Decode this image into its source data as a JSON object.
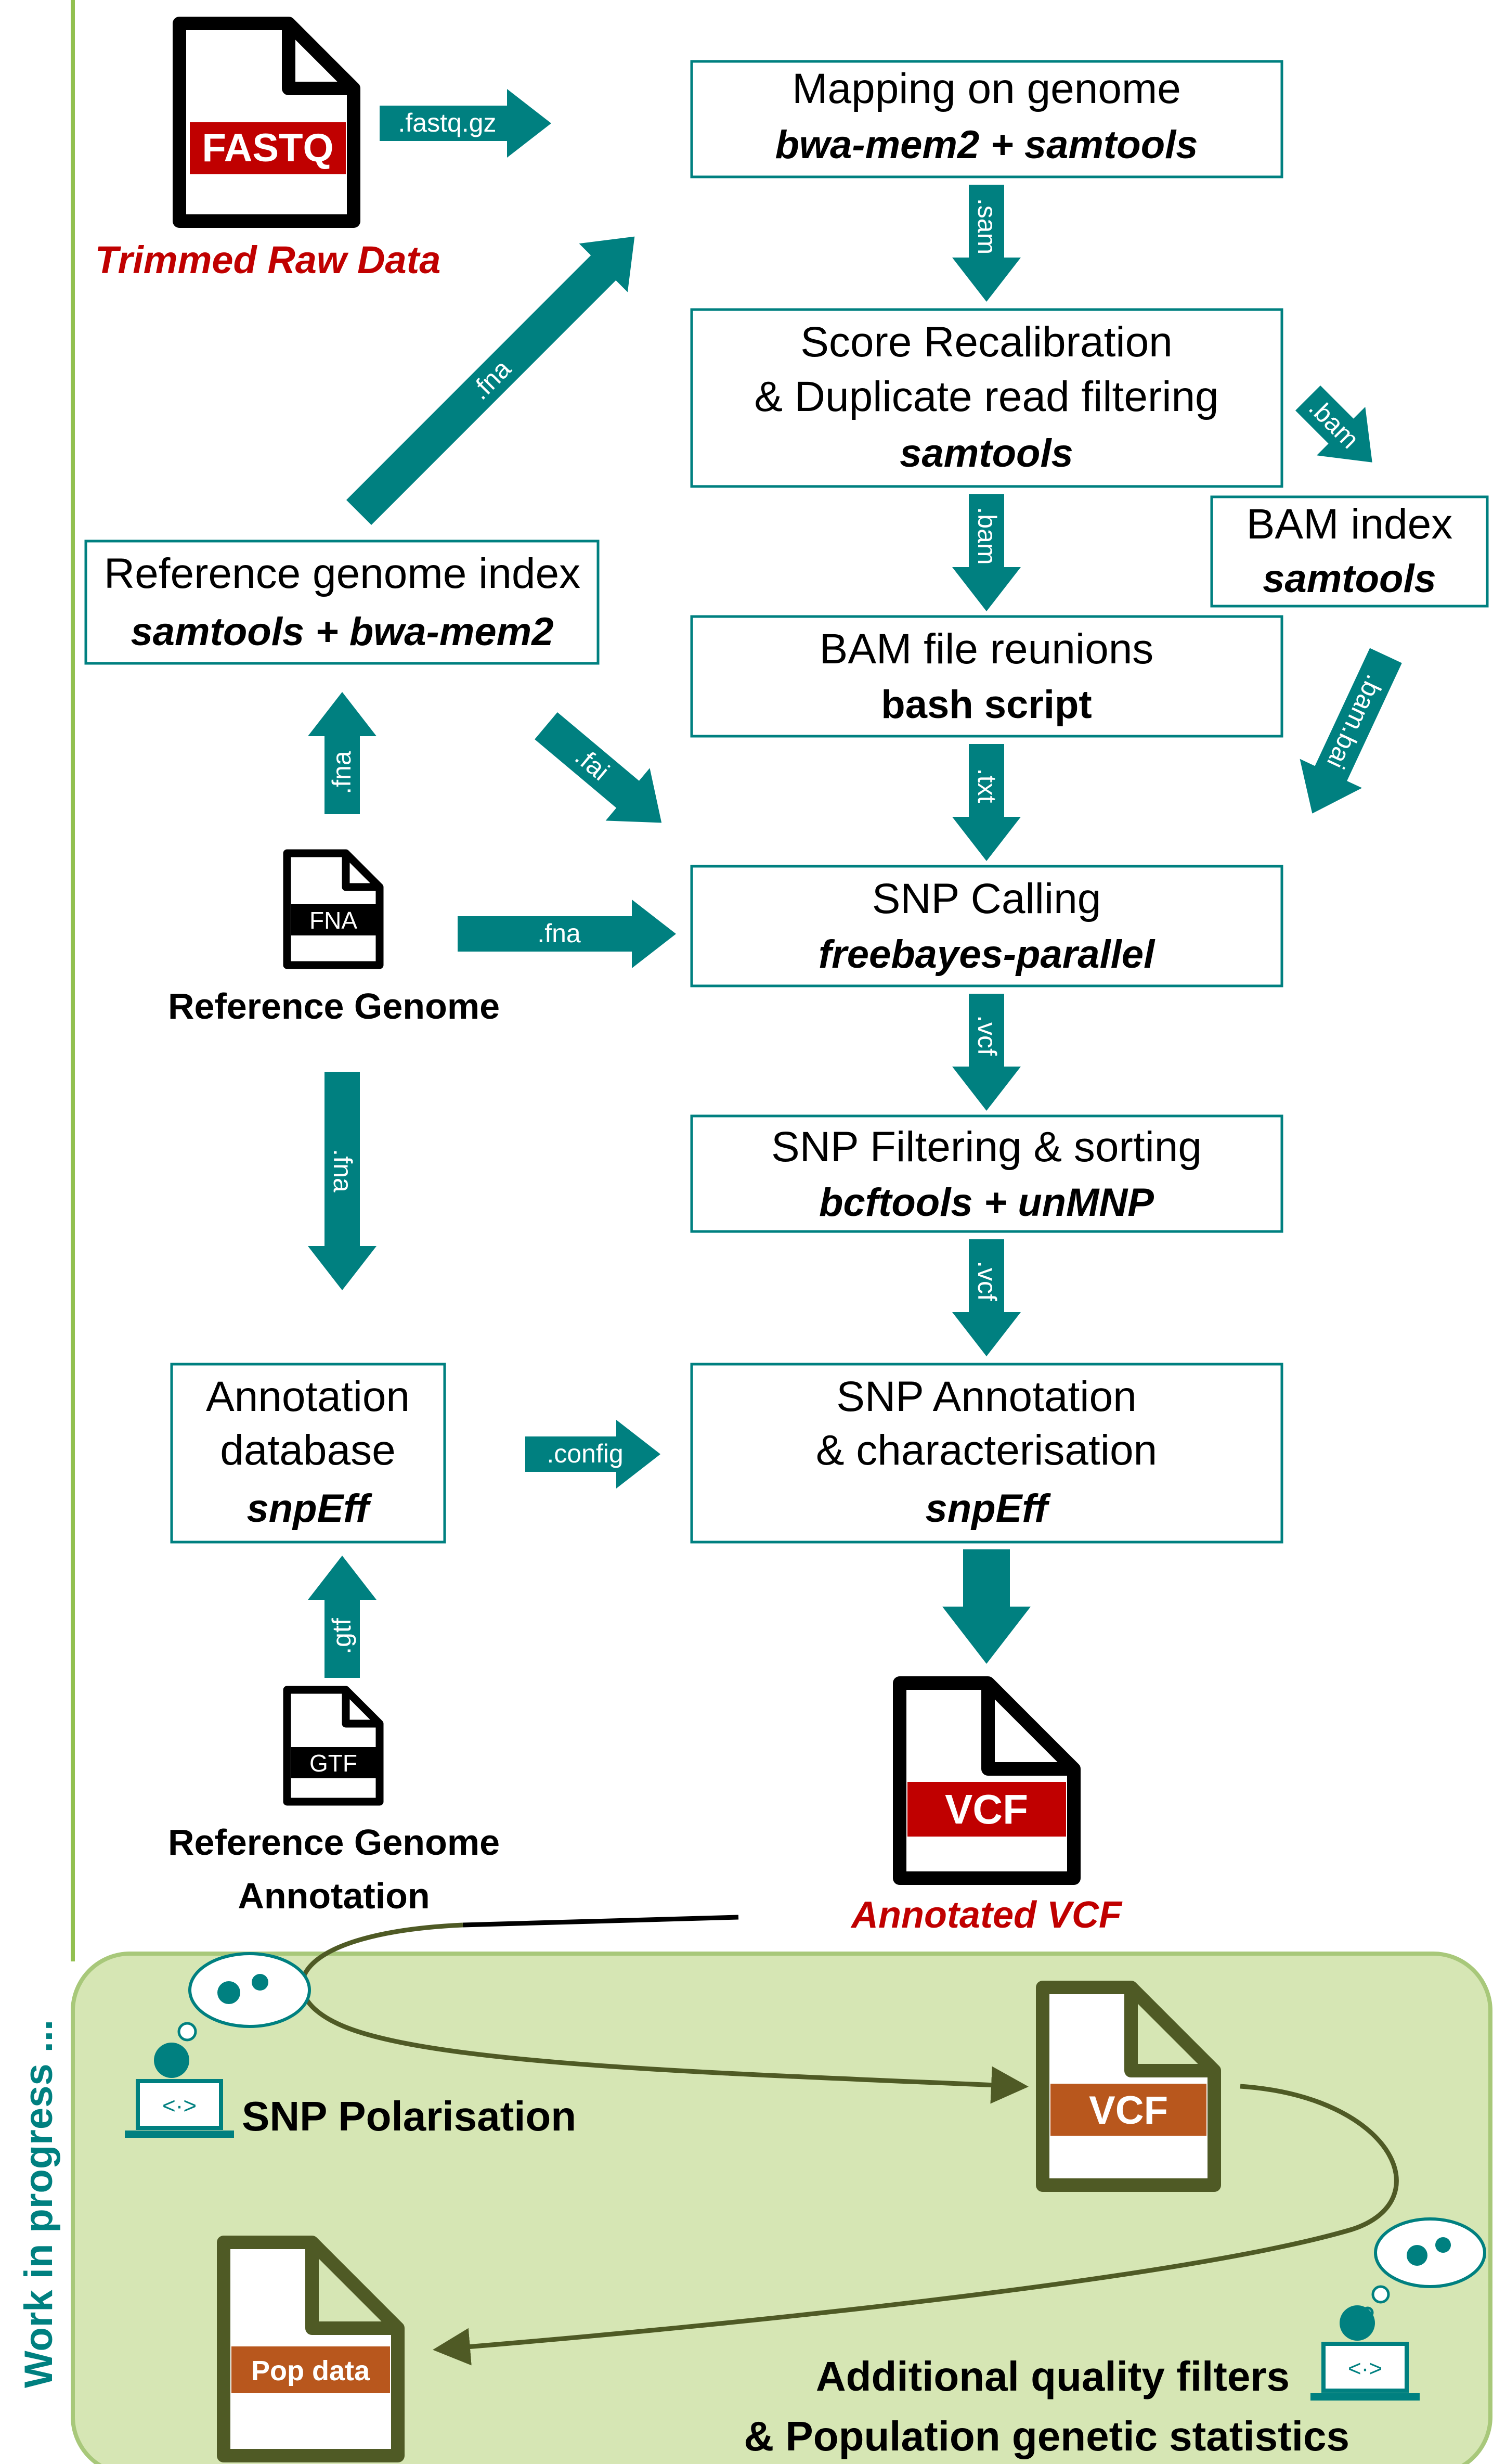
{
  "colors": {
    "teal": "#008080",
    "red_label": "#c00000",
    "box_stroke": "#008080",
    "side_line": "#92c050",
    "wip_bg": "#d6e6b4",
    "wip_stroke": "#a8c87a",
    "dark_olive": "#4f5a25",
    "orange_label": "#b8571d"
  },
  "side_label": "Work in progress ...",
  "inputs": {
    "fastq": {
      "badge": "FASTQ",
      "caption": "Trimmed Raw Data",
      "icon": "document-icon"
    },
    "fna": {
      "badge": "FNA",
      "caption": "Reference Genome",
      "icon": "document-icon"
    },
    "gtf": {
      "badge": "GTF",
      "caption_line1": "Reference Genome",
      "caption_line2": "Annotation",
      "icon": "document-icon"
    }
  },
  "output": {
    "badge": "VCF",
    "caption": "Annotated VCF"
  },
  "steps": {
    "mapping": {
      "title": "Mapping on genome",
      "tool": "bwa-mem2 + samtools"
    },
    "recal": {
      "title1": "Score Recalibration",
      "title2": "& Duplicate read filtering",
      "tool": "samtools"
    },
    "bam_index": {
      "title": "BAM index",
      "tool": "samtools"
    },
    "ref_index": {
      "title": "Reference genome index",
      "tool": "samtools + bwa-mem2"
    },
    "bam_reunion": {
      "title": "BAM file reunions",
      "tool": "bash script"
    },
    "snp_calling": {
      "title": "SNP Calling",
      "tool": "freebayes-parallel"
    },
    "snp_filter": {
      "title": "SNP Filtering & sorting",
      "tool": "bcftools + unMNP"
    },
    "annot_db": {
      "title1": "Annotation",
      "title2": "database",
      "tool": "snpEff"
    },
    "snp_annot": {
      "title1": "SNP Annotation",
      "title2": "& characterisation",
      "tool": "snpEff"
    }
  },
  "arrows": {
    "fastq_to_mapping": ".fastq.gz",
    "mapping_to_recal": ".sam",
    "recal_to_bam_index": ".bam",
    "recal_to_reunion": ".bam",
    "bam_index_to_calling": ".bam.bai",
    "ref_index_to_mapping": ".fna",
    "fna_to_ref_index": ".fna",
    "fai_to_calling": ".fai",
    "fna_to_calling": ".fna",
    "reunion_to_calling": ".txt",
    "calling_to_filter": ".vcf",
    "filter_to_annot": ".vcf",
    "fna_to_annot_db": ".fna",
    "gtf_to_annot_db": ".gtf",
    "annot_db_to_annot": ".config"
  },
  "wip": {
    "polarisation": "SNP Polarisation",
    "vcf_badge": "VCF",
    "pop_badge": "Pop data",
    "filters_line1": "Additional quality filters",
    "filters_line2": "& Population genetic statistics"
  }
}
